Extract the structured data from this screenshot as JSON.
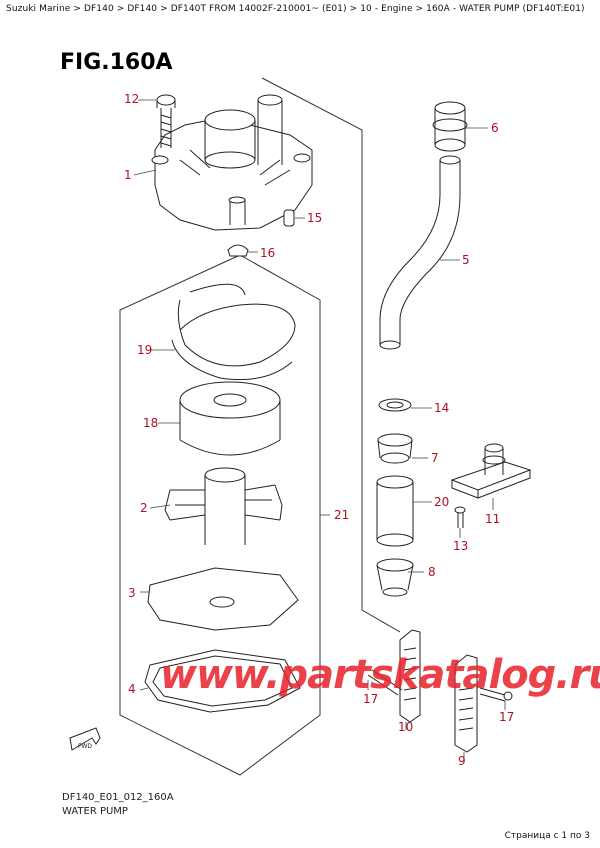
{
  "breadcrumb": "Suzuki Marine > DF140 > DF140 > DF140T FROM 14002F-210001~ (E01) > 10 - Engine > 160A - WATER PUMP (DF140T:E01)",
  "figure_title": "FIG.160A",
  "callouts": {
    "c1": "1",
    "c2": "2",
    "c3": "3",
    "c4": "4",
    "c5": "5",
    "c6": "6",
    "c7": "7",
    "c8": "8",
    "c9": "9",
    "c10": "10",
    "c11": "11",
    "c12": "12",
    "c13": "13",
    "c14": "14",
    "c15": "15",
    "c16": "16",
    "c17a": "17",
    "c17b": "17",
    "c18": "18",
    "c19": "19",
    "c20": "20",
    "c21": "21"
  },
  "fwd_label": "FWD",
  "watermark": "www.partskatalog.ru",
  "drawing_code": "DF140_E01_012_160A",
  "drawing_name": "WATER PUMP",
  "page_info": "Страница с 1 по 3",
  "colors": {
    "callout": "#b01020",
    "watermark": "#e8202a",
    "line": "#222222"
  }
}
